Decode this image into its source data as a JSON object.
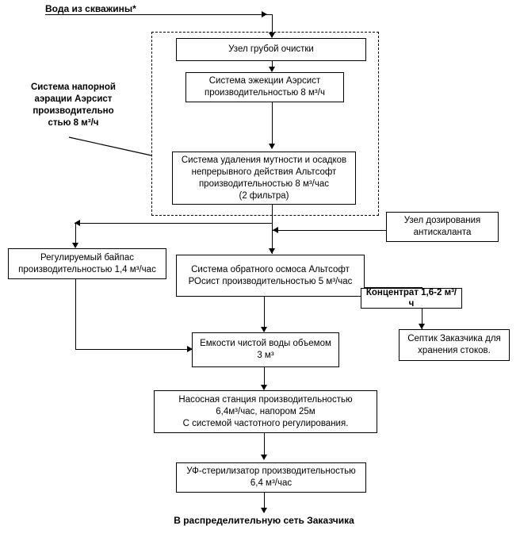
{
  "diagram": {
    "title_top": "Вода из скважины*",
    "group_label": "Система напорной\nаэрации Аэрсист\nпроизводительно\nстью 8 м³/ч",
    "output_label": "В распределительную сеть Заказчика",
    "concentrate_label": "Концентрат 1,6-2 м³/ч"
  },
  "nodes": {
    "coarse_filter": "Узел грубой очистки",
    "ejection": "Система эжекции Аэрсист\nпроизводительностью 8 м³/ч",
    "turbidity": "Система удаления мутности и осадков\nнепрерывного действия Альтсофт\nпроизводительностью 8 м³/час\n(2 фильтра)",
    "antiscalant": "Узел дозирования\nантискаланта",
    "bypass": "Регулируемый байпас\nпроизводительностью 1,4 м³/час",
    "reverse_osmosis": "Система обратного осмоса Альтсофт\nРОсист производительностью 5 м³/час",
    "septic": "Септик Заказчика для\nхранения стоков.",
    "clean_water_tanks": "Емкости чистой воды объемом\n3 м³",
    "pump_station": "Насосная станция производительностью\n6,4м³/час, напором 25м\nС системой частотного регулирования.",
    "uv_sterilizer": "УФ-стерилизатор производительностью\n6,4 м³/час"
  },
  "colors": {
    "line": "#000000",
    "background": "#ffffff",
    "text": "#000000"
  }
}
